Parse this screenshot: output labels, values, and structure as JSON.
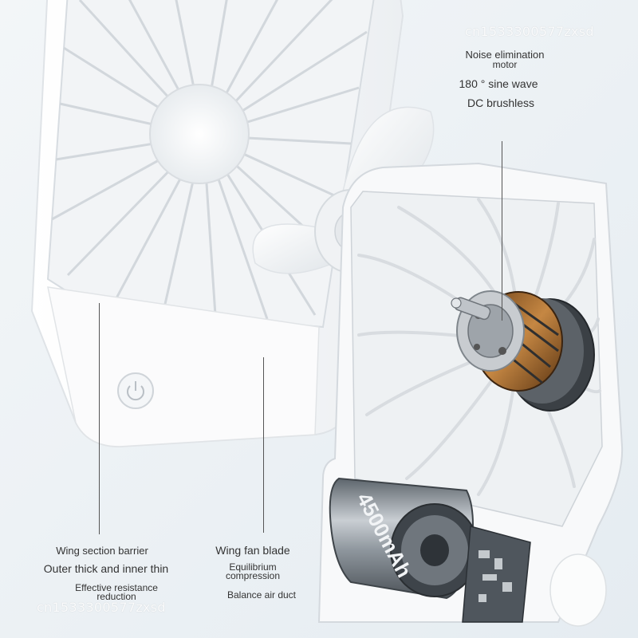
{
  "watermark": {
    "top": "cn1533300577zxsd",
    "bottom": "cn1533300577zxsd"
  },
  "motor_callout": {
    "line1": "Noise elimination",
    "line2": "motor",
    "line3": "180 ° sine wave",
    "line4": "DC brushless"
  },
  "barrier_callout": {
    "line1": "Wing section barrier",
    "line2": "Outer thick and inner thin",
    "line3": "Effective resistance",
    "line4": "reduction"
  },
  "blade_callout": {
    "line1": "Wing fan blade",
    "line2": "Equilibrium",
    "line3": "compression",
    "line4": "Balance air duct"
  },
  "battery": {
    "capacity": "4500mAh"
  },
  "colors": {
    "background": "#e9eff3",
    "fan_body": "#fafafa",
    "motor_copper": "#b5773d",
    "battery_body": "#9fa6ad",
    "text": "#333333"
  }
}
